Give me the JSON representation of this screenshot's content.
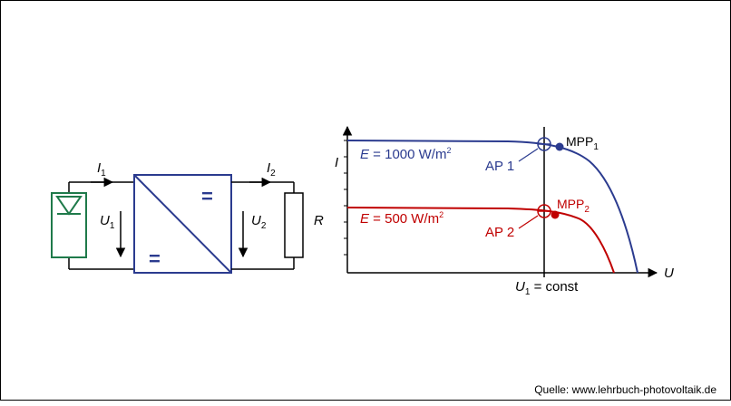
{
  "colors": {
    "module": "#1f7a4a",
    "converter": "#2b3b8f",
    "curve_high": "#2b3b8f",
    "curve_low": "#c00000",
    "ink": "#000000"
  },
  "circuit": {
    "current_in": {
      "symbol": "I",
      "sub": "1"
    },
    "voltage_in": {
      "symbol": "U",
      "sub": "1"
    },
    "current_out": {
      "symbol": "I",
      "sub": "2"
    },
    "voltage_out": {
      "symbol": "U",
      "sub": "2"
    },
    "converter_top_sign": "=",
    "converter_bottom_sign": "=",
    "load_label": "R"
  },
  "chart": {
    "y_axis_label": "I",
    "x_axis_label": "U",
    "constant_voltage_label": {
      "symbol": "U",
      "sub": "1",
      "suffix": " = const"
    },
    "curve_high": {
      "irradiance_symbol": "E",
      "irradiance_text": " = 1000 W/m",
      "irradiance_sup": "2"
    },
    "curve_low": {
      "irradiance_symbol": "E",
      "irradiance_text": " = 500 W/m",
      "irradiance_sup": "2"
    },
    "mpp_high": {
      "text": "MPP",
      "sub": "1"
    },
    "mpp_low": {
      "text": "MPP",
      "sub": "2"
    },
    "ap_high": "AP 1",
    "ap_low": "AP 2"
  },
  "source_note": "Quelle: www.lehrbuch-photovoltaik.de"
}
